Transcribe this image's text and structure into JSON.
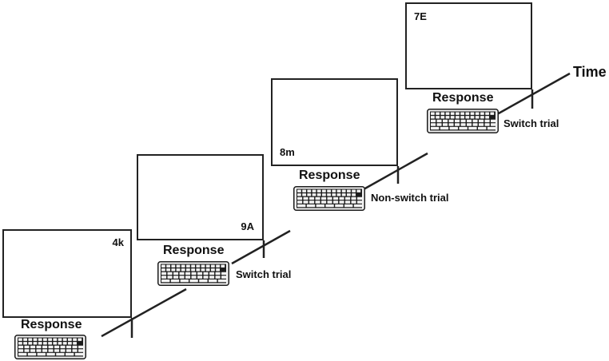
{
  "timeline": {
    "label": "Time"
  },
  "trials": [
    {
      "stimulus": "4k",
      "response_label": "Response",
      "trial_type": ""
    },
    {
      "stimulus": "9A",
      "response_label": "Response",
      "trial_type": "Switch trial"
    },
    {
      "stimulus": "8m",
      "response_label": "Response",
      "trial_type": "Non-switch trial"
    },
    {
      "stimulus": "7E",
      "response_label": "Response",
      "trial_type": "Switch trial"
    }
  ],
  "icons": {
    "response_device": "keyboard-icon"
  },
  "colors": {
    "line": "#222222",
    "keyboard_body": "#1c1c1c",
    "keyboard_key": "#f2f2f2"
  }
}
